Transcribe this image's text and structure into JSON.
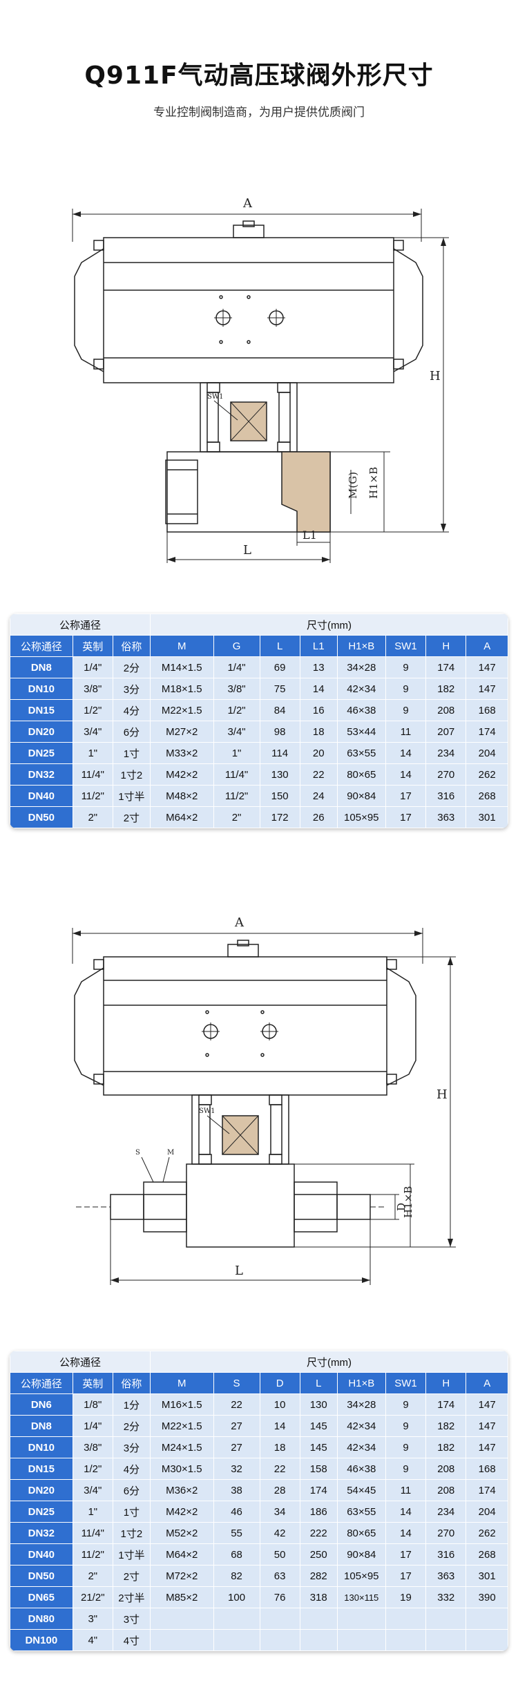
{
  "header": {
    "title": "Q911F气动高压球阀外形尺寸",
    "subtitle": "专业控制阀制造商，为用户提供优质阀门"
  },
  "drawing1": {
    "labels": {
      "a": "A",
      "h": "H",
      "mg": "M(G)",
      "h1b": "H1×B",
      "l": "L",
      "l1": "L1",
      "sw1": "SW1"
    }
  },
  "table1": {
    "group_left": "公称通径",
    "group_right": "尺寸(mm)",
    "columns": [
      "公称通径",
      "英制",
      "俗称",
      "M",
      "G",
      "L",
      "L1",
      "H1×B",
      "SW1",
      "H",
      "A"
    ],
    "rows": [
      [
        "DN8",
        "1/4\"",
        "2分",
        "M14×1.5",
        "1/4\"",
        "69",
        "13",
        "34×28",
        "9",
        "174",
        "147"
      ],
      [
        "DN10",
        "3/8\"",
        "3分",
        "M18×1.5",
        "3/8\"",
        "75",
        "14",
        "42×34",
        "9",
        "182",
        "147"
      ],
      [
        "DN15",
        "1/2\"",
        "4分",
        "M22×1.5",
        "1/2\"",
        "84",
        "16",
        "46×38",
        "9",
        "208",
        "168"
      ],
      [
        "DN20",
        "3/4\"",
        "6分",
        "M27×2",
        "3/4\"",
        "98",
        "18",
        "53×44",
        "11",
        "207",
        "174"
      ],
      [
        "DN25",
        "1\"",
        "1寸",
        "M33×2",
        "1\"",
        "114",
        "20",
        "63×55",
        "14",
        "234",
        "204"
      ],
      [
        "DN32",
        "11/4\"",
        "1寸2",
        "M42×2",
        "11/4\"",
        "130",
        "22",
        "80×65",
        "14",
        "270",
        "262"
      ],
      [
        "DN40",
        "11/2\"",
        "1寸半",
        "M48×2",
        "11/2\"",
        "150",
        "24",
        "90×84",
        "17",
        "316",
        "268"
      ],
      [
        "DN50",
        "2\"",
        "2寸",
        "M64×2",
        "2\"",
        "172",
        "26",
        "105×95",
        "17",
        "363",
        "301"
      ]
    ]
  },
  "drawing2": {
    "labels": {
      "a": "A",
      "h": "H",
      "d": "D",
      "h1b": "H1×B",
      "l": "L",
      "s": "S",
      "m": "M",
      "sw1": "SW1"
    }
  },
  "table2": {
    "group_left": "公称通径",
    "group_right": "尺寸(mm)",
    "columns": [
      "公称通径",
      "英制",
      "俗称",
      "M",
      "S",
      "D",
      "L",
      "H1×B",
      "SW1",
      "H",
      "A"
    ],
    "rows": [
      [
        "DN6",
        "1/8\"",
        "1分",
        "M16×1.5",
        "22",
        "10",
        "130",
        "34×28",
        "9",
        "174",
        "147"
      ],
      [
        "DN8",
        "1/4\"",
        "2分",
        "M22×1.5",
        "27",
        "14",
        "145",
        "42×34",
        "9",
        "182",
        "147"
      ],
      [
        "DN10",
        "3/8\"",
        "3分",
        "M24×1.5",
        "27",
        "18",
        "145",
        "42×34",
        "9",
        "182",
        "147"
      ],
      [
        "DN15",
        "1/2\"",
        "4分",
        "M30×1.5",
        "32",
        "22",
        "158",
        "46×38",
        "9",
        "208",
        "168"
      ],
      [
        "DN20",
        "3/4\"",
        "6分",
        "M36×2",
        "38",
        "28",
        "174",
        "54×45",
        "11",
        "208",
        "174"
      ],
      [
        "DN25",
        "1\"",
        "1寸",
        "M42×2",
        "46",
        "34",
        "186",
        "63×55",
        "14",
        "234",
        "204"
      ],
      [
        "DN32",
        "11/4\"",
        "1寸2",
        "M52×2",
        "55",
        "42",
        "222",
        "80×65",
        "14",
        "270",
        "262"
      ],
      [
        "DN40",
        "11/2\"",
        "1寸半",
        "M64×2",
        "68",
        "50",
        "250",
        "90×84",
        "17",
        "316",
        "268"
      ],
      [
        "DN50",
        "2\"",
        "2寸",
        "M72×2",
        "82",
        "63",
        "282",
        "105×95",
        "17",
        "363",
        "301"
      ],
      [
        "DN65",
        "21/2\"",
        "2寸半",
        "M85×2",
        "100",
        "76",
        "318",
        "130×115",
        "19",
        "332",
        "390"
      ],
      [
        "DN80",
        "3\"",
        "3寸",
        "",
        "",
        "",
        "",
        "",
        "",
        "",
        ""
      ],
      [
        "DN100",
        "4\"",
        "4寸",
        "",
        "",
        "",
        "",
        "",
        "",
        "",
        ""
      ]
    ]
  }
}
